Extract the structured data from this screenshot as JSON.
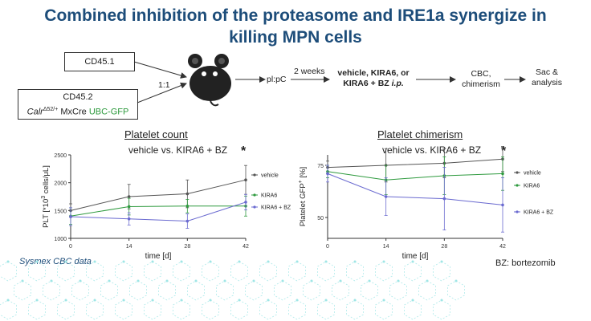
{
  "title": {
    "line1": "Combined inhibition of the proteasome and IRE1a synergize in",
    "line2": "killing MPN cells"
  },
  "flow": {
    "cd451": "CD45.1",
    "cd452_line1": "CD45.2",
    "cd452_calr": "Calr",
    "cd452_calr_sup": "Δ52/+",
    "cd452_mxcre": " MxCre ",
    "cd452_gfp": "UBC-GFP",
    "ratio": "1:1",
    "plpc": "pl:pC",
    "weeks": "2 weeks",
    "treat_line1": "vehicle, KIRA6, or",
    "treat_line2a": "KIRA6 + BZ ",
    "treat_line2b": "i.p.",
    "cbc_line1": "CBC,",
    "cbc_line2": "chimerism",
    "sac_line1": "Sac &",
    "sac_line2": "analysis"
  },
  "colors": {
    "title": "#1d4d7a",
    "vehicle": "#555555",
    "kira6": "#2e9a3e",
    "kira6_bz": "#6a6ad0",
    "gfp_text": "#2e9a3e",
    "decor": "#9fe6e6"
  },
  "chart_data": [
    {
      "type": "line",
      "title": "Platelet count",
      "subtitle": "vehicle vs. KIRA6 + BZ",
      "significance": "*",
      "xlabel": "time [d]",
      "ylabel_prefix": "PLT [*10",
      "ylabel_sup": "3",
      "ylabel_suffix": " cells/μL]",
      "x": [
        0,
        14,
        28,
        42
      ],
      "xticks": [
        "0",
        "14",
        "28",
        "42"
      ],
      "ylim": [
        1000,
        2500
      ],
      "yticks": [
        "1000",
        "1500",
        "2000",
        "2500"
      ],
      "ytick_values": [
        1000,
        1500,
        2000,
        2500
      ],
      "series": [
        {
          "name": "vehicle",
          "color": "#555555",
          "values": [
            1500,
            1750,
            1800,
            2050
          ],
          "err": [
            120,
            220,
            250,
            260
          ]
        },
        {
          "name": "KIRA6",
          "color": "#2e9a3e",
          "values": [
            1400,
            1570,
            1580,
            1580
          ],
          "err": [
            150,
            150,
            120,
            180
          ]
        },
        {
          "name": "KIRA6 + BZ",
          "color": "#6a6ad0",
          "values": [
            1390,
            1350,
            1310,
            1650
          ],
          "err": [
            160,
            110,
            130,
            140
          ]
        }
      ]
    },
    {
      "type": "line",
      "title": "Platelet chimerism",
      "subtitle": "vehicle vs. KIRA6 + BZ",
      "significance": "*",
      "xlabel": "time [d]",
      "ylabel_prefix": "Platelet GFP",
      "ylabel_sup": "+",
      "ylabel_suffix": " [%]",
      "x": [
        0,
        14,
        28,
        42
      ],
      "xticks": [
        "0",
        "14",
        "28",
        "42"
      ],
      "ylim": [
        40,
        80
      ],
      "yticks": [
        "50",
        "75"
      ],
      "ytick_values": [
        50,
        75
      ],
      "series": [
        {
          "name": "vehicle",
          "color": "#555555",
          "values": [
            74,
            75,
            76,
            78
          ],
          "err": [
            3,
            8,
            7,
            6
          ]
        },
        {
          "name": "KIRA6",
          "color": "#2e9a3e",
          "values": [
            72,
            68,
            70,
            71
          ],
          "err": [
            3,
            7,
            9,
            8
          ]
        },
        {
          "name": "KIRA6 + BZ",
          "color": "#6a6ad0",
          "values": [
            71,
            60,
            59,
            56
          ],
          "err": [
            4,
            9,
            15,
            13
          ]
        }
      ]
    }
  ],
  "footer": {
    "source": "Sysmex CBC data",
    "abbrev": "BZ: bortezomib"
  }
}
